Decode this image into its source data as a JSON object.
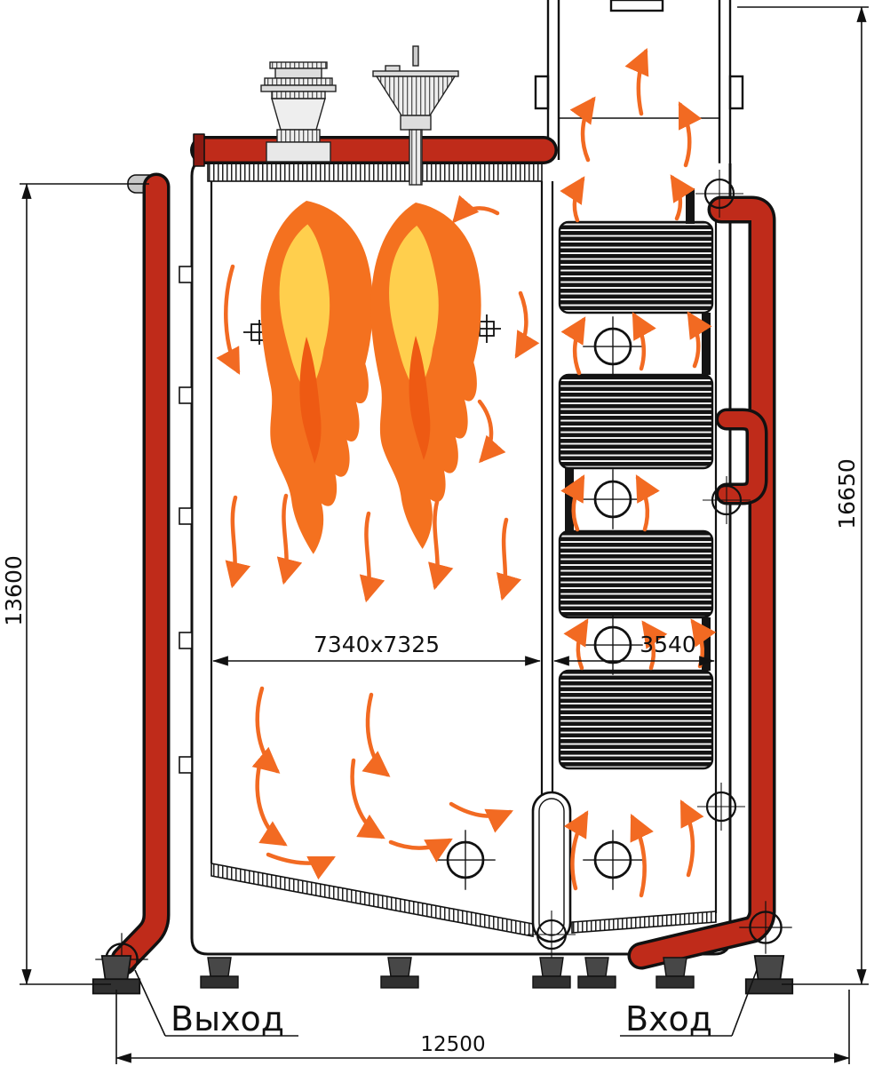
{
  "drawing": {
    "type": "boiler-sectional-drawing",
    "labels": {
      "outlet": "Выход",
      "inlet": "Вход"
    },
    "dimensions": {
      "left_height": "13600",
      "right_height": "16650",
      "furnace": "7340x7325",
      "convection_width": "3540",
      "total_width": "12500"
    },
    "colors": {
      "pipe_red": "#bf2b1a",
      "flame_outer": "#f4711f",
      "flame_core": "#ffcf4d",
      "flow_arrow": "#f26a22",
      "line": "#111111"
    }
  }
}
